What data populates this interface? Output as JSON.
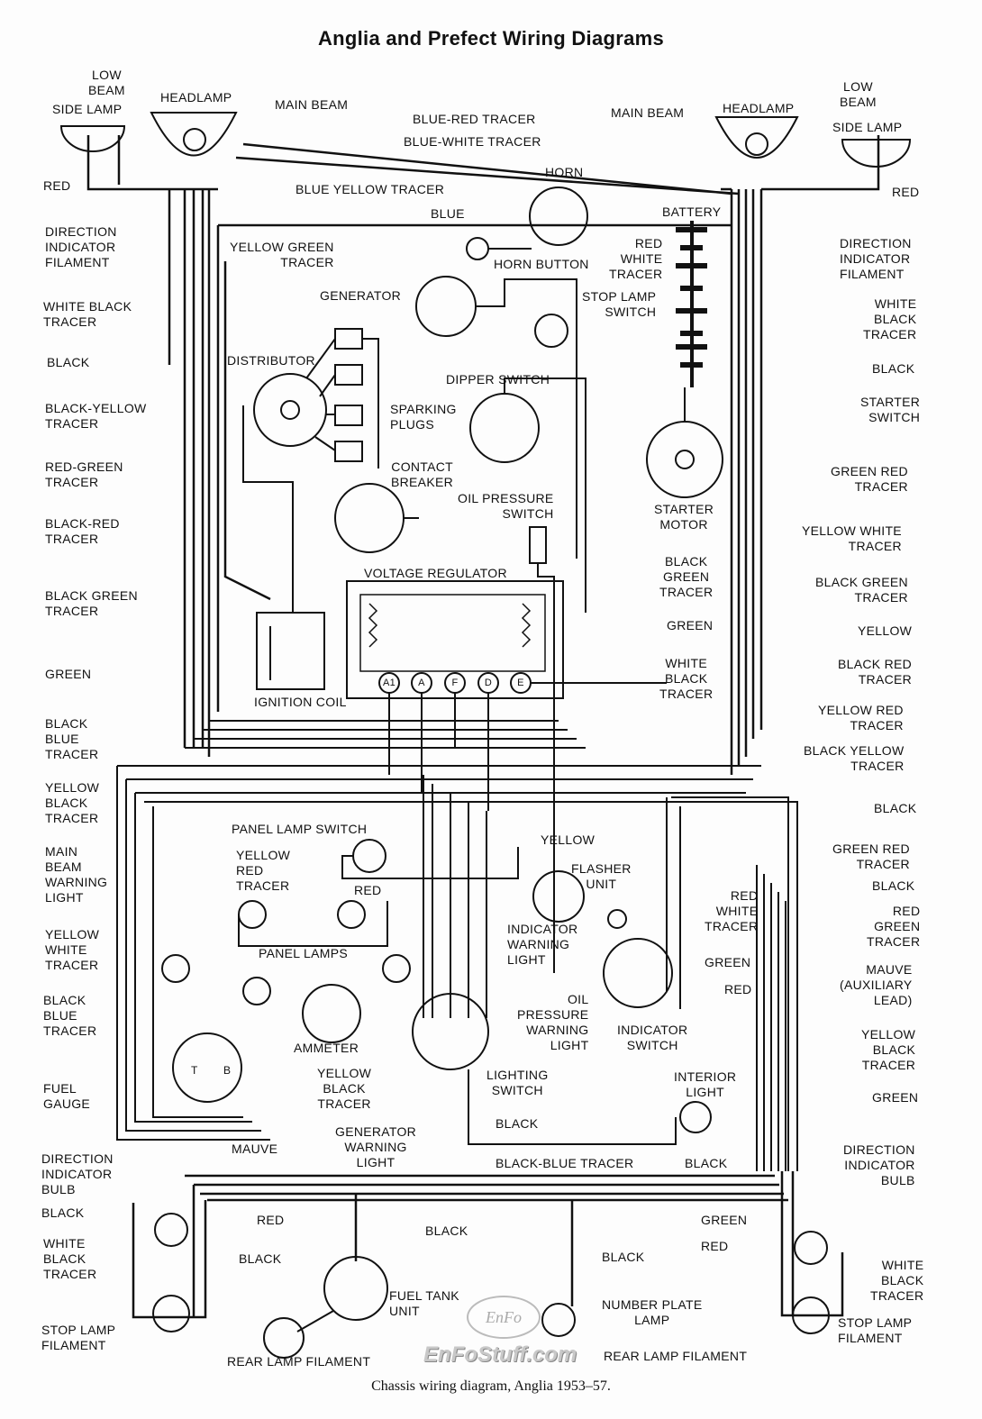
{
  "title": "Anglia and Prefect Wiring Diagrams",
  "caption": "Chassis wiring diagram, Anglia 1953–57.",
  "watermark": "EnFoStuff.com",
  "logo_text": "EnFo",
  "labels": [
    "LOW\nBEAM",
    "HEADLAMP",
    "SIDE LAMP",
    "MAIN BEAM",
    "BLUE-RED TRACER",
    "BLUE-WHITE TRACER",
    "MAIN BEAM",
    "HEADLAMP",
    "LOW\nBEAM",
    "SIDE LAMP",
    "RED",
    "RED",
    "HORN",
    "BLUE YELLOW TRACER",
    "BLUE",
    "BATTERY",
    "DIRECTION\nINDICATOR\nFILAMENT",
    "DIRECTION\nINDICATOR\nFILAMENT",
    "YELLOW GREEN\nTRACER",
    "HORN BUTTON",
    "RED\nWHITE\nTRACER",
    "GENERATOR",
    "STOP LAMP\nSWITCH",
    "WHITE BLACK\nTRACER",
    "WHITE\nBLACK\nTRACER",
    "DISTRIBUTOR",
    "BLACK",
    "BLACK",
    "DIPPER SWITCH",
    "STARTER\nSWITCH",
    "BLACK-YELLOW\nTRACER",
    "SPARKING\nPLUGS",
    "RED-GREEN\nTRACER",
    "CONTACT\nBREAKER",
    "GREEN RED\nTRACER",
    "OIL PRESSURE\nSWITCH",
    "STARTER\nMOTOR",
    "BLACK-RED\nTRACER",
    "YELLOW WHITE\nTRACER",
    "VOLTAGE REGULATOR",
    "BLACK\nGREEN\nTRACER",
    "BLACK GREEN\nTRACER",
    "BLACK GREEN\nTRACER",
    "GREEN",
    "YELLOW",
    "WHITE\nBLACK\nTRACER",
    "BLACK RED\nTRACER",
    "GREEN",
    "IGNITION COIL",
    "YELLOW RED\nTRACER",
    "BLACK\nBLUE\nTRACER",
    "BLACK YELLOW\nTRACER",
    "YELLOW\nBLACK\nTRACER",
    "BLACK",
    "PANEL LAMP SWITCH",
    "YELLOW",
    "MAIN\nBEAM\nWARNING\nLIGHT",
    "GREEN RED\nTRACER",
    "YELLOW\nRED\nTRACER",
    "FLASHER\nUNIT",
    "BLACK",
    "RED",
    "RED\nWHITE\nTRACER",
    "RED\nGREEN\nTRACER",
    "INDICATOR\nWARNING\nLIGHT",
    "YELLOW\nWHITE\nTRACER",
    "PANEL LAMPS",
    "GREEN",
    "MAUVE\n(AUXILIARY\nLEAD)",
    "RED",
    "OIL\nPRESSURE\nWARNING\nLIGHT",
    "BLACK\nBLUE\nTRACER",
    "INDICATOR\nSWITCH",
    "YELLOW\nBLACK\nTRACER",
    "AMMETER",
    "YELLOW\nBLACK\nTRACER",
    "LIGHTING\nSWITCH",
    "INTERIOR\nLIGHT",
    "FUEL\nGAUGE",
    "GREEN",
    "BLACK",
    "GENERATOR\nWARNING\nLIGHT",
    "MAUVE",
    "BLACK-BLUE TRACER",
    "BLACK",
    "DIRECTION\nINDICATOR\nBULB",
    "DIRECTION\nINDICATOR\nBULB",
    "BLACK",
    "RED",
    "BLACK",
    "GREEN",
    "BLACK",
    "RED",
    "WHITE\nBLACK\nTRACER",
    "BLACK",
    "WHITE\nBLACK\nTRACER",
    "FUEL TANK\nUNIT",
    "NUMBER PLATE\nLAMP",
    "STOP LAMP\nFILAMENT",
    "STOP LAMP\nFILAMENT",
    "REAR LAMP FILAMENT",
    "REAR LAMP FILAMENT"
  ],
  "regulator_terminals": [
    "A1",
    "A",
    "F",
    "D",
    "E"
  ],
  "gauge_terminals": [
    "T",
    "B"
  ]
}
